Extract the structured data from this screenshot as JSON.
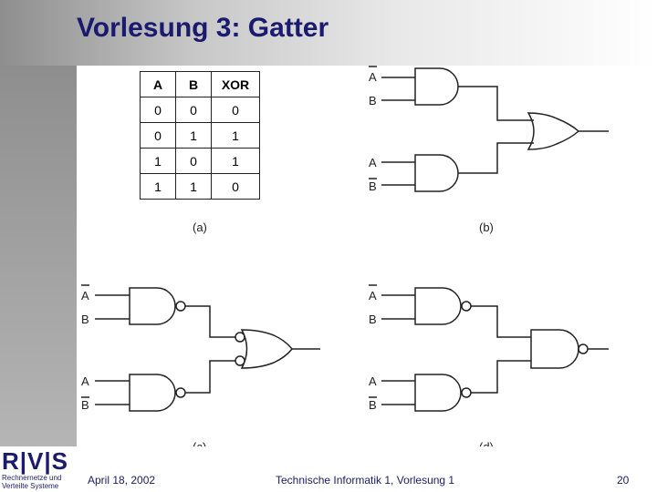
{
  "title": "Vorlesung 3: Gatter",
  "footer": {
    "date": "April 18, 2002",
    "course": "Technische Informatik 1,  Vorlesung 1",
    "page": "20"
  },
  "logo": {
    "mark": "R|V|S",
    "line1": "Rechnernetze und",
    "line2": "Verteilte Systeme"
  },
  "truth_table": {
    "headers": [
      "A",
      "B",
      "XOR"
    ],
    "rows": [
      [
        "0",
        "0",
        "0"
      ],
      [
        "0",
        "1",
        "1"
      ],
      [
        "1",
        "0",
        "1"
      ],
      [
        "1",
        "1",
        "0"
      ]
    ]
  },
  "captions": {
    "a": "(a)",
    "b": "(b)",
    "c": "(c)",
    "d": "(d)"
  },
  "input_labels": {
    "a_bar": "A",
    "b": "B",
    "a": "A",
    "b_bar": "B"
  },
  "colors": {
    "title": "#1a1a6e",
    "line": "#222222"
  }
}
